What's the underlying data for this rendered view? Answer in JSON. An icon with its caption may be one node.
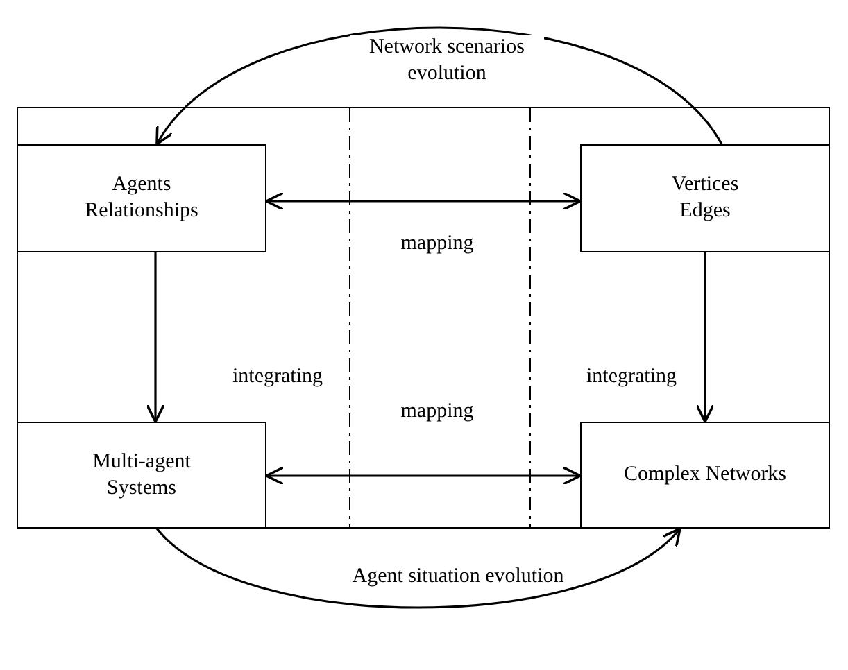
{
  "diagram": {
    "nodes": [
      {
        "text": [],
        "shape": "box"
      },
      {
        "text": [
          "Agents Relationships"
        ],
        "in": 0
      },
      {
        "text": [
          "Vertices Edges"
        ],
        "in": 0
      },
      {
        "text": [
          "Multi-agent Systems"
        ],
        "in": 0
      },
      {
        "text": [
          "Complex Networks"
        ],
        "in": 0
      }
    ],
    "edges": [
      {
        "from": 2,
        "to": 1,
        "arrow": "to",
        "label": "Network scenarios evolution"
      },
      {
        "from": 1,
        "to": 2,
        "arrow": "both",
        "label": "mapping"
      },
      {
        "from": 1,
        "to": 3,
        "arrow": "to",
        "label": "integrating"
      },
      {
        "from": 2,
        "to": 4,
        "arrow": "to",
        "label": "integrating"
      },
      {
        "from": 3,
        "to": 4,
        "arrow": "both",
        "label": "mapping"
      },
      {
        "from": 3,
        "to": 4,
        "arrow": "to",
        "label": "Agent situation evolution"
      }
    ]
  }
}
